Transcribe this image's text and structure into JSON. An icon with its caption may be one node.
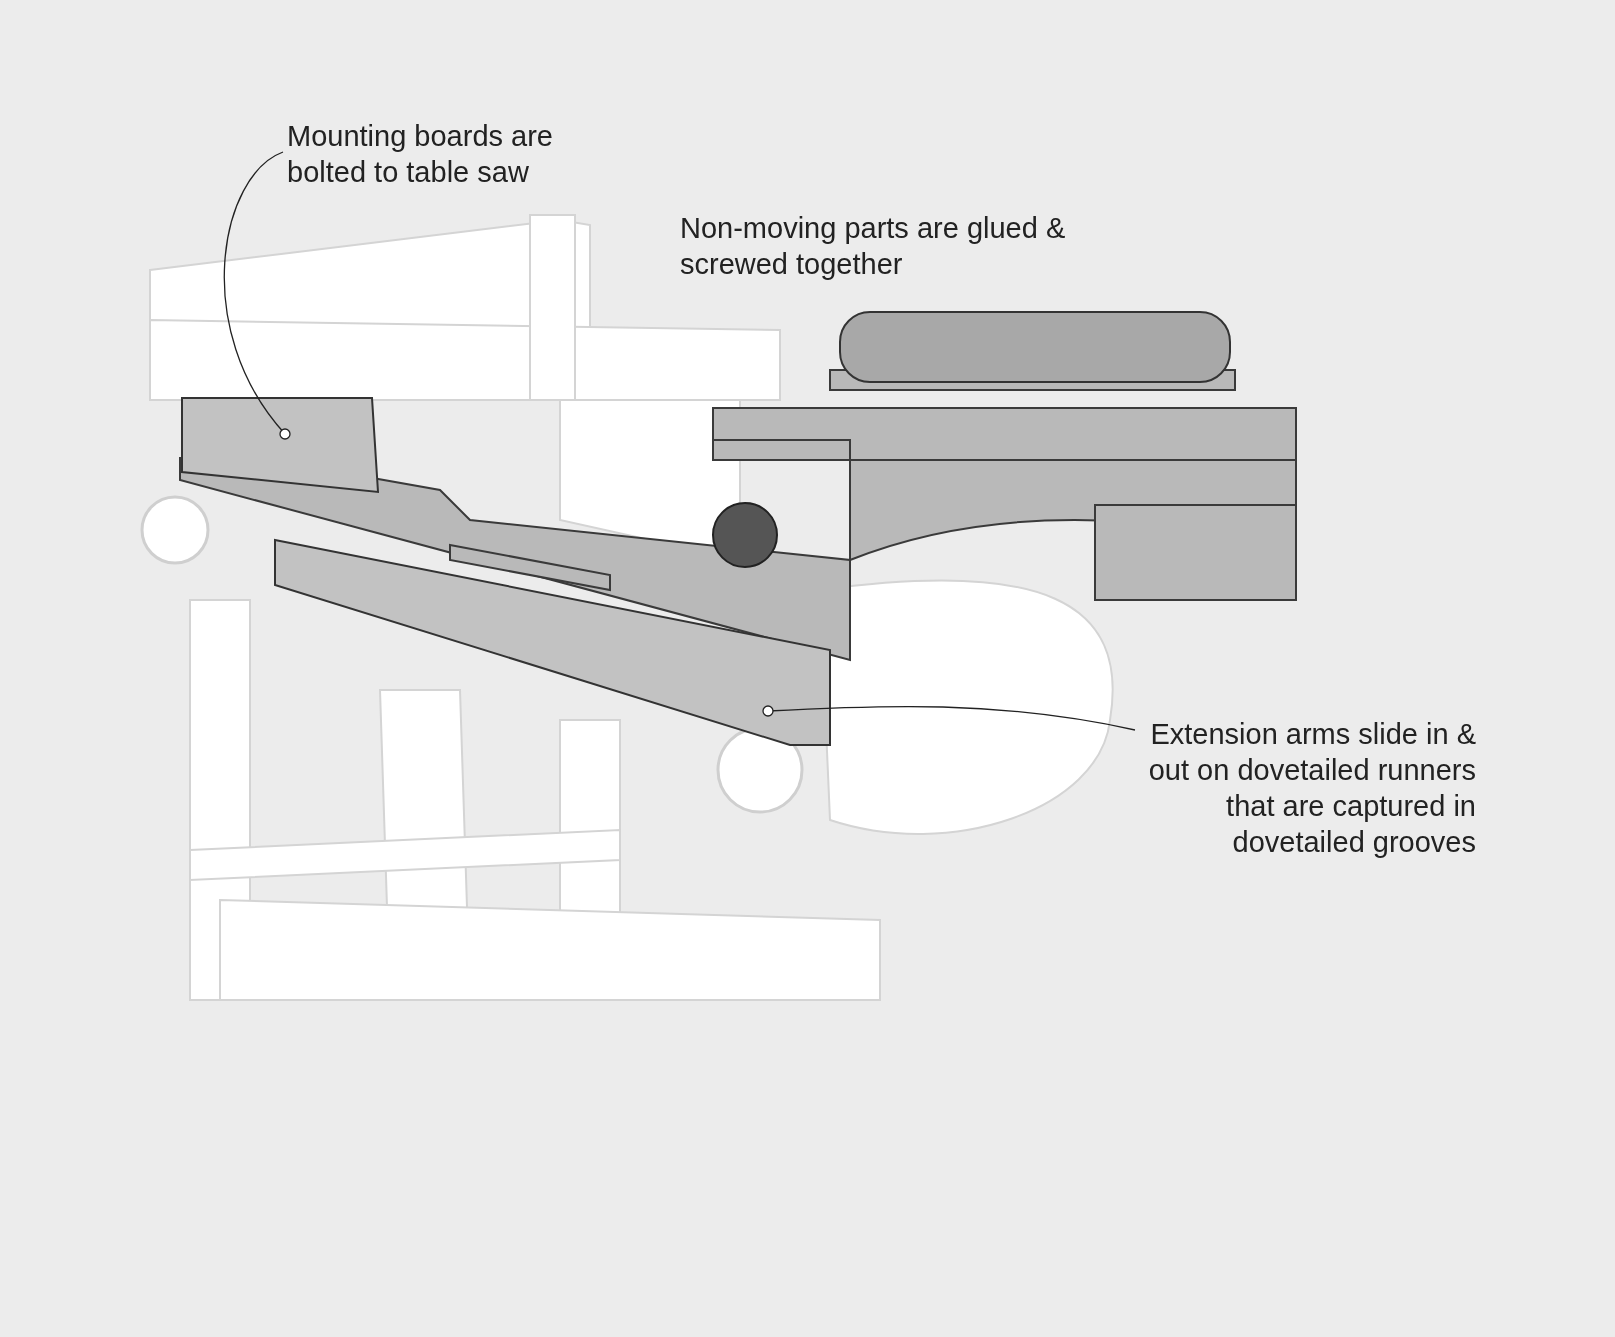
{
  "diagram": {
    "nodes": [
      {
        "text": [
          "Mounting boards are bolted to table saw"
        ]
      },
      {
        "text": [],
        "shape": "box"
      },
      {
        "text": [
          "Extension arms slide in & out on dovetailed runners that are captured in dovetailed grooves"
        ]
      },
      {
        "text": [],
        "shape": "bar"
      }
    ],
    "edges": [
      {
        "from": 0,
        "to": 1,
        "arrow": "other"
      },
      {
        "from": 2,
        "to": 3,
        "arrow": "other"
      }
    ],
    "labels": [
      "Non-moving parts are glued & screwed together"
    ]
  }
}
